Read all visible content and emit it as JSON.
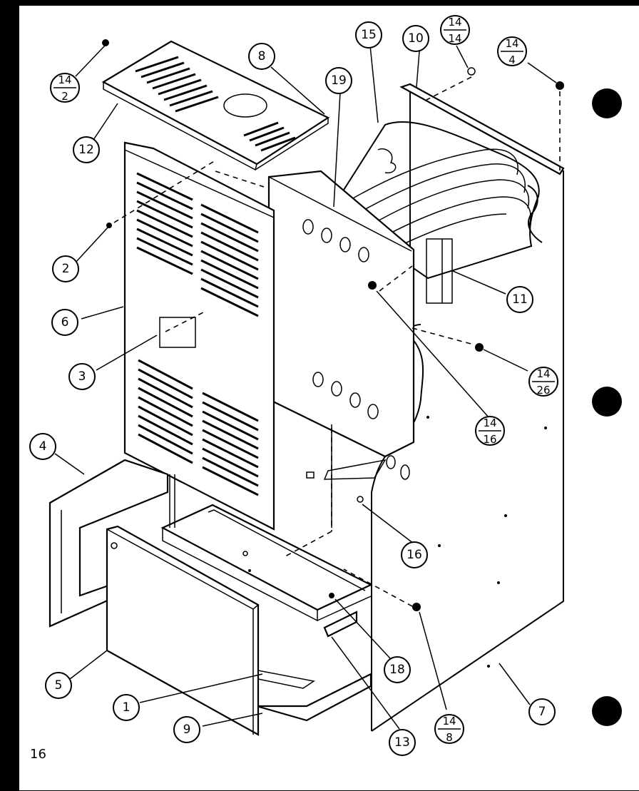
{
  "page_number": "16",
  "callouts": [
    {
      "id": "c1",
      "text": "1"
    },
    {
      "id": "c2",
      "text": "2"
    },
    {
      "id": "c3",
      "text": "3"
    },
    {
      "id": "c4",
      "text": "4"
    },
    {
      "id": "c5",
      "text": "5"
    },
    {
      "id": "c6",
      "text": "6"
    },
    {
      "id": "c7",
      "text": "7"
    },
    {
      "id": "c8",
      "text": "8"
    },
    {
      "id": "c9",
      "text": "9"
    },
    {
      "id": "c10",
      "text": "10"
    },
    {
      "id": "c11",
      "text": "11"
    },
    {
      "id": "c12",
      "text": "12"
    },
    {
      "id": "c13",
      "text": "13"
    },
    {
      "id": "c15",
      "text": "15"
    },
    {
      "id": "c16",
      "text": "16"
    },
    {
      "id": "c18",
      "text": "18"
    },
    {
      "id": "c19",
      "text": "19"
    }
  ],
  "fraction_callouts": [
    {
      "id": "f14_2",
      "top": "14",
      "bottom": "2"
    },
    {
      "id": "f14_14",
      "top": "14",
      "bottom": "14"
    },
    {
      "id": "f14_4",
      "top": "14",
      "bottom": "4"
    },
    {
      "id": "f14_26",
      "top": "14",
      "bottom": "26"
    },
    {
      "id": "f14_16",
      "top": "14",
      "bottom": "16"
    },
    {
      "id": "f14_8",
      "top": "14",
      "bottom": "8"
    }
  ]
}
